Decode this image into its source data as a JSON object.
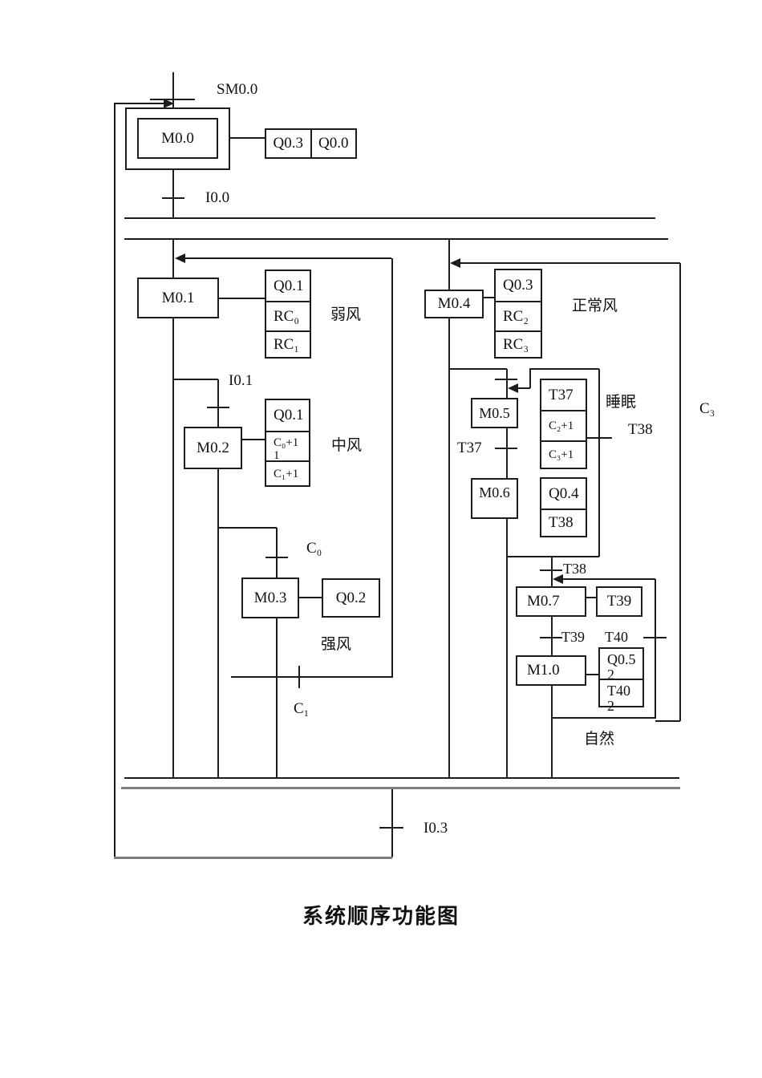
{
  "title": "系统顺序功能图",
  "steps": {
    "m00": "M0.0",
    "m01": "M0.1",
    "m02": "M0.2",
    "m03": "M0.3",
    "m04": "M0.4",
    "m05": "M0.5",
    "m06": "M0.6",
    "m07": "M0.7",
    "m10": "M1.0"
  },
  "transitions": {
    "sm00": "SM0.0",
    "i00": "I0.0",
    "i01": "I0.1",
    "c0": "C₀",
    "c1": "C₁",
    "t37": "T37",
    "t38_loop": "T38",
    "t38": "T38",
    "t39": "T39",
    "t40": "T40",
    "c3": "C₃",
    "i03": "I0.3"
  },
  "action_boxes": {
    "init": [
      "Q0.3",
      "Q0.0"
    ],
    "weak": [
      "Q0.1",
      "RC₀",
      "RC₁"
    ],
    "mid": [
      "Q0.1",
      "C₀+1",
      "1",
      "C₁+1"
    ],
    "strong": [
      "Q0.2"
    ],
    "normal": [
      "Q0.3",
      "RC₂",
      "RC₃"
    ],
    "sleep": [
      "T37",
      "C₂+1",
      "C₃+1"
    ],
    "sleep2": [
      "Q0.4",
      "T38"
    ],
    "timer": [
      "T39"
    ],
    "natural": [
      "Q0.5",
      "2",
      "T40",
      "2"
    ]
  },
  "labels": {
    "weak": "弱风",
    "mid": "中风",
    "strong": "强风",
    "normal": "正常风",
    "sleep": "睡眠",
    "natural": "自然"
  }
}
